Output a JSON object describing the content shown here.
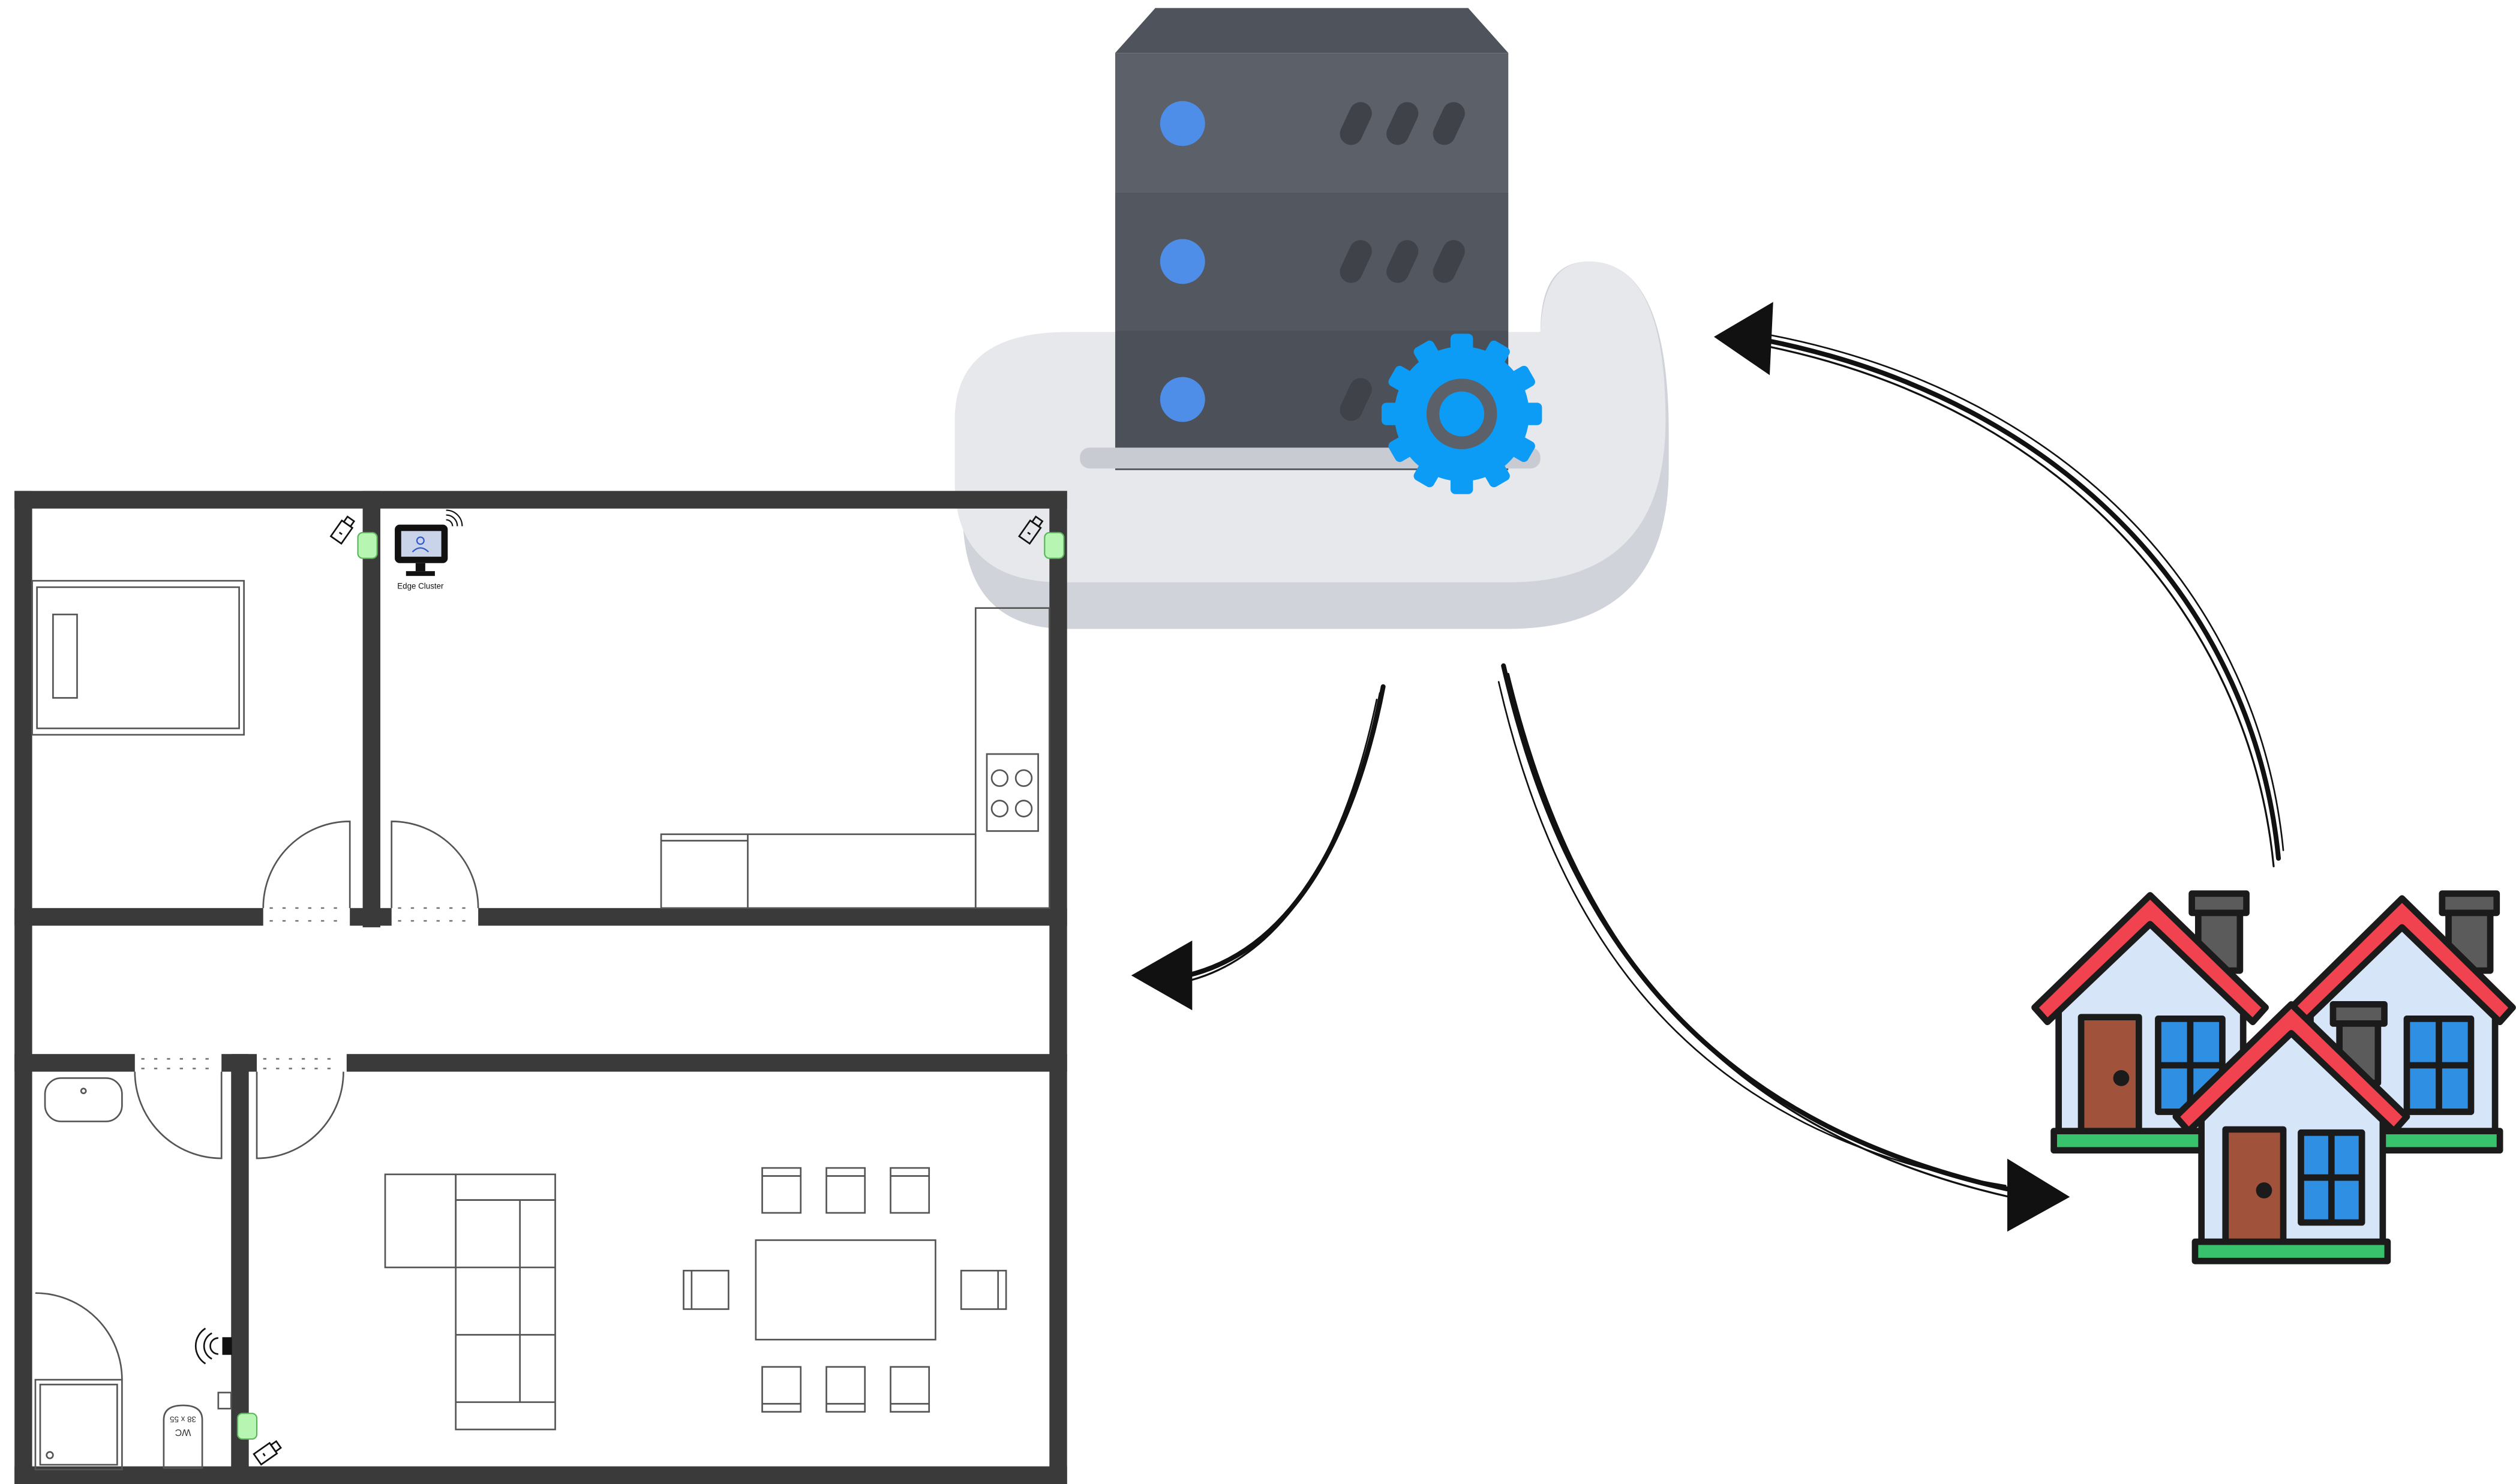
{
  "floorplan": {
    "edge_cluster_label": "Edge Cluster",
    "toilet_label": "WC",
    "toilet_dims": "38 x 55"
  },
  "icons": {
    "server": "server-stack-icon",
    "cloud": "cloud-icon",
    "gear": "gear-icon",
    "houses": "houses-icon",
    "edge_device": "monitor-icon",
    "sensor": "usb-sensor-icon",
    "wifi": "wifi-signal-icon"
  },
  "colors": {
    "server_body": "#585c65",
    "server_led": "#4f8ee8",
    "gear": "#0d9cf5",
    "cloud": "#e4e6ea",
    "roof": "#f0434f",
    "house_wall": "#d6e6f8",
    "door": "#a0523a",
    "window": "#2f8fe3",
    "grass": "#37c26b",
    "sensor_green": "#b6f5b2",
    "wall": "#3a3a3a"
  }
}
